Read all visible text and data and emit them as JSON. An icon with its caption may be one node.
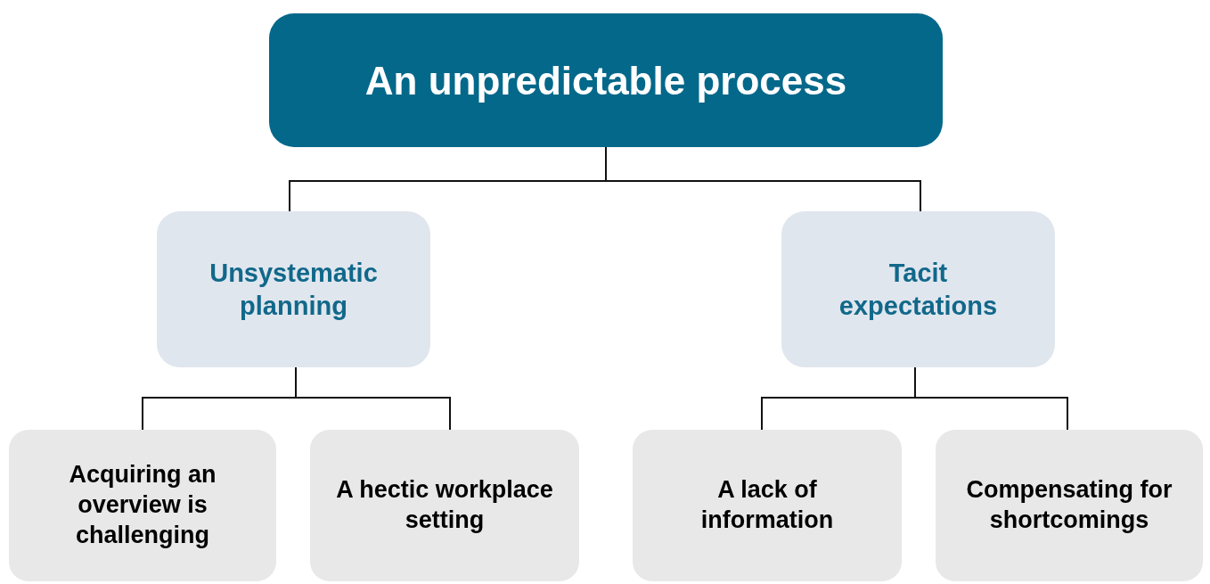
{
  "diagram": {
    "nodes": [
      {
        "text": [
          "An unpredictable process"
        ]
      },
      {
        "text": [
          "Unsystematic planning"
        ]
      },
      {
        "text": [
          "Tacit expectations"
        ]
      },
      {
        "text": [
          "Acquiring an overview is challenging"
        ]
      },
      {
        "text": [
          "A hectic workplace setting"
        ]
      },
      {
        "text": [
          "A lack of information"
        ]
      },
      {
        "text": [
          "Compensating for shortcomings"
        ]
      }
    ],
    "edges": [
      {
        "from": 0,
        "to": 1,
        "arrow": "none"
      },
      {
        "from": 0,
        "to": 2,
        "arrow": "none"
      },
      {
        "from": 1,
        "to": 3,
        "arrow": "none"
      },
      {
        "from": 1,
        "to": 4,
        "arrow": "none"
      },
      {
        "from": 2,
        "to": 5,
        "arrow": "none"
      },
      {
        "from": 2,
        "to": 6,
        "arrow": "none"
      }
    ]
  }
}
